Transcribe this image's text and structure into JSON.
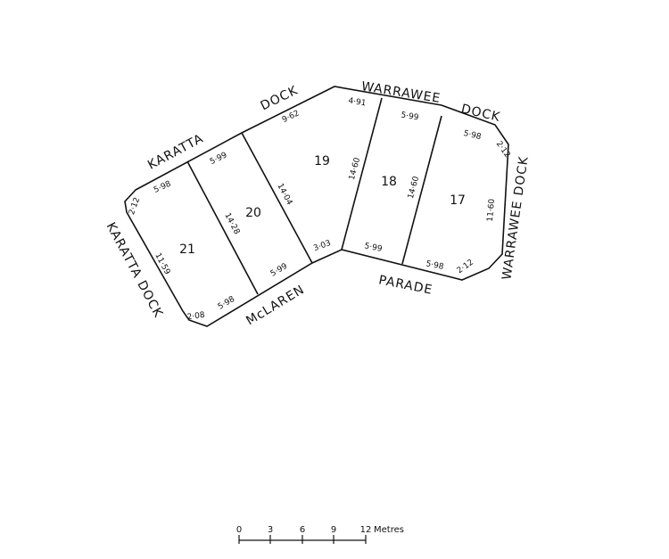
{
  "roads": {
    "karatta_top": "KARATTA",
    "dock_top": "DOCK",
    "warrawee_top": "WARRAWEE",
    "dock_top_right": "DOCK",
    "warrawee_dock_right": "WARRAWEE DOCK",
    "karatta_dock_left": "KARATTA DOCK",
    "mclaren": "McLAREN",
    "parade": "PARADE"
  },
  "lots": {
    "l17": "17",
    "l18": "18",
    "l19": "19",
    "l20": "20",
    "l21": "21"
  },
  "dimensions": {
    "d_212_left": "2·12",
    "d_598_lot21_top": "5·98",
    "d_1159": "11·59",
    "d_208": "2·08",
    "d_598_lot21_bottom": "5·98",
    "d_599_lot20_top": "5·99",
    "d_1428": "14·28",
    "d_599_lot20_bottom": "5·99",
    "d_962": "9·62",
    "d_1404": "14·04",
    "d_303": "3·03",
    "d_491": "4·91",
    "d_1460_a": "14·60",
    "d_599_lot18_top": "5·99",
    "d_1460_b": "14·60",
    "d_599_lot18_bottom": "5·99",
    "d_598_lot17_top": "5·98",
    "d_212_right_top": "2·12",
    "d_1160": "11·60",
    "d_212_right_bottom": "2·12",
    "d_598_lot17_bottom": "5·98"
  },
  "scale": {
    "ticks": [
      "0",
      "3",
      "6",
      "9",
      "12"
    ],
    "unit": "Metres"
  }
}
